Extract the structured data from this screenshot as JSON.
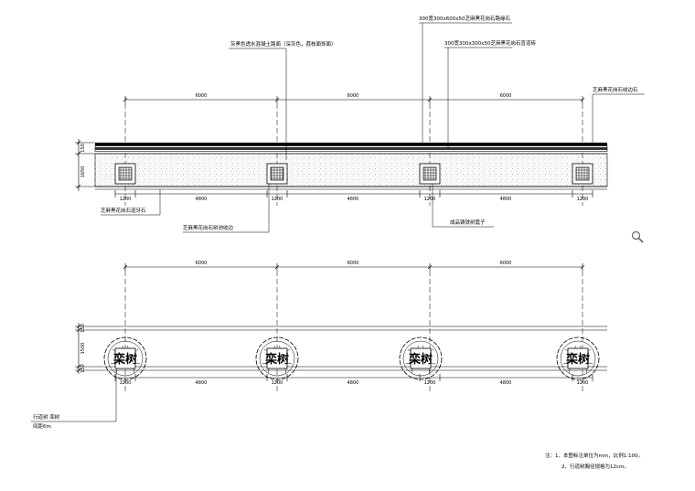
{
  "plan_upper": {
    "top_dims": [
      "6000",
      "6000",
      "6000"
    ],
    "bottom_dims": [
      "1200",
      "4800",
      "1200",
      "4800",
      "1200",
      "4800",
      "1200"
    ],
    "left_dims": [
      "1650",
      "150"
    ],
    "callouts": {
      "top_main": "灰黑色透水混凝土路面（深灰色，荔枝面饰面）",
      "top_right_1": "300宽300x600x50芝麻黑花岗石路缘石",
      "top_right_2": "300宽300x300x50芝麻黑花岗石盲道砖",
      "right": "芝麻黑花岗石收边石",
      "bottom_left": "芝麻黑花岗石道牙石",
      "bottom_mid": "芝麻黑花岗石树池收边",
      "bottom_right": "成品铸铁树篦子"
    }
  },
  "plan_lower": {
    "top_dims": [
      "6000",
      "6000",
      "6000"
    ],
    "bottom_dims": [
      "1200",
      "4800",
      "1200",
      "4800",
      "1200",
      "4800",
      "1200"
    ],
    "left_dims": [
      "150",
      "1500",
      "150"
    ],
    "tree_label": "栾树",
    "callout": {
      "line1": "行道树 栾树",
      "line2": "间距6m"
    }
  },
  "notes": {
    "line1": "注：1、本图标注单位为mm，比例1:100。",
    "line2": "2、行道树胸径规格为12cm。"
  },
  "icons": [
    "magnifier-icon"
  ]
}
